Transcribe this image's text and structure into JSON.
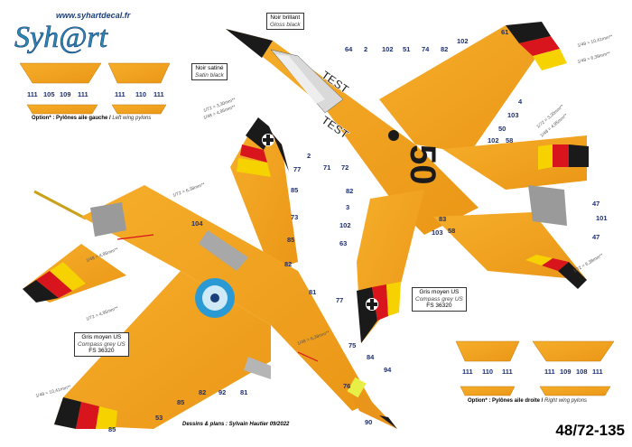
{
  "brand": {
    "logo_text": "Syh@rt",
    "website": "www.syhartdecal.fr"
  },
  "reference": "48/72-135",
  "credit": "Dessins & plans : Sylvain Hautier 09/2022",
  "color_callouts": {
    "glossy_black": {
      "fr": "Noir brillant",
      "en": "Gloss black"
    },
    "satin_black": {
      "fr": "Noir satiné",
      "en": "Satin black"
    },
    "compass_grey_right": {
      "fr": "Gris moyen US",
      "en": "Compass grey US",
      "fs": "FS 36320"
    },
    "compass_grey_left": {
      "fr": "Gris moyen US",
      "en": "Compass grey US",
      "fs": "FS 36320"
    }
  },
  "pylons": {
    "left": {
      "caption_fr": "Option* : Pylônes aile gauche /",
      "caption_en": "Left wing pylons",
      "set_a": [
        "111",
        "105",
        "109",
        "111"
      ],
      "set_b": [
        "111",
        "110",
        "111"
      ]
    },
    "right": {
      "caption_fr": "Option* : Pylônes aile droite /",
      "caption_en": "Right wing pylons",
      "set_a": [
        "111",
        "110",
        "111"
      ],
      "set_b": [
        "111",
        "109",
        "108",
        "111"
      ]
    }
  },
  "markings": {
    "big_number": "50",
    "test_word": "TEST",
    "dims": {
      "d1": "1/72 = 3,30mm**",
      "d2": "1/48 = 4,95mm**",
      "d3": "1/72 = 6,38mm**",
      "d4": "1/48 = 4,95mm**",
      "d5": "1/72 = 4,95mm**",
      "d6": "1/48 = 6,38mm**",
      "d7": "1/72 = 3,30mm**",
      "d8": "1/48 = 4,95mm**",
      "d9": "1/48 = 10,41mm**",
      "d10": "1/48 = 6,38mm**",
      "d11": "1/72 = 6,38mm**",
      "d12": "1/48 = 10,41mm**"
    }
  },
  "callouts": {
    "top_view": [
      "64",
      "2",
      "102",
      "51",
      "74",
      "82",
      "102",
      "61",
      "4",
      "103",
      "50",
      "102",
      "58",
      "2",
      "71",
      "72",
      "82",
      "3",
      "102",
      "63",
      "103",
      "58",
      "83",
      "47",
      "101",
      "47",
      "77"
    ],
    "bottom_view": [
      "77",
      "85",
      "73",
      "104",
      "85",
      "82",
      "81",
      "92",
      "82",
      "81",
      "85",
      "53",
      "85",
      "75",
      "84",
      "94",
      "76",
      "90"
    ]
  },
  "colors": {
    "orange": "#f2a21c",
    "orange_dark": "#d8861a",
    "grey": "#9a9a9a",
    "black": "#1a1a1a",
    "red": "#d8141d",
    "gold": "#f6d200",
    "callout": "#1c2f74"
  }
}
